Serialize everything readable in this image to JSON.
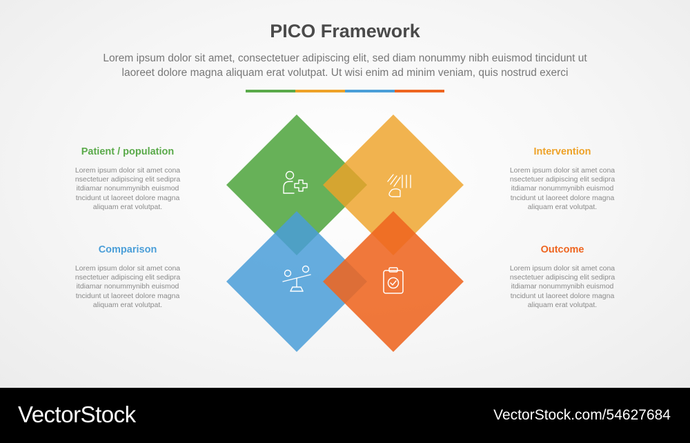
{
  "header": {
    "title": "PICO Framework",
    "subtitle_line1": "Lorem ipsum dolor sit amet, consectetuer adipiscing elit, sed diam nonummy nibh euismod tincidunt ut",
    "subtitle_line2": "laoreet dolore magna aliquam erat volutpat. Ut wisi enim ad minim veniam, quis nostrud exerci"
  },
  "colors": {
    "green": "#5aaa4a",
    "yellow": "#eea228",
    "blue": "#4a9ed8",
    "orange": "#ee6520"
  },
  "items": [
    {
      "title": "Patient / population",
      "icon": "patient-add-icon",
      "body": [
        "Lorem ipsum dolor sit amet cona",
        "nsectetuer adipiscing elit sedipra",
        "itdiamar nonummynibh euismod",
        "tncidunt ut laoreet dolore magna",
        "aliquam erat volutpat."
      ]
    },
    {
      "title": "Intervention",
      "icon": "hand-intervention-icon",
      "body": [
        "Lorem ipsum dolor sit amet cona",
        "nsectetuer adipiscing elit sedipra",
        "itdiamar nonummynibh euismod",
        "tncidunt ut laoreet dolore magna",
        "aliquam erat volutpat."
      ]
    },
    {
      "title": "Comparison",
      "icon": "seesaw-ab-icon",
      "body": [
        "Lorem ipsum dolor sit amet cona",
        "nsectetuer adipiscing elit sedipra",
        "itdiamar nonummynibh euismod",
        "tncidunt ut laoreet dolore magna",
        "aliquam erat volutpat."
      ]
    },
    {
      "title": "Outcome",
      "icon": "clipboard-check-icon",
      "body": [
        "Lorem ipsum dolor sit amet cona",
        "nsectetuer adipiscing elit sedipra",
        "itdiamar nonummynibh euismod",
        "tncidunt ut laoreet dolore magna",
        "aliquam erat volutpat."
      ]
    }
  ],
  "footer": {
    "logo": "VectorStock",
    "id": "VectorStock.com/54627684"
  }
}
